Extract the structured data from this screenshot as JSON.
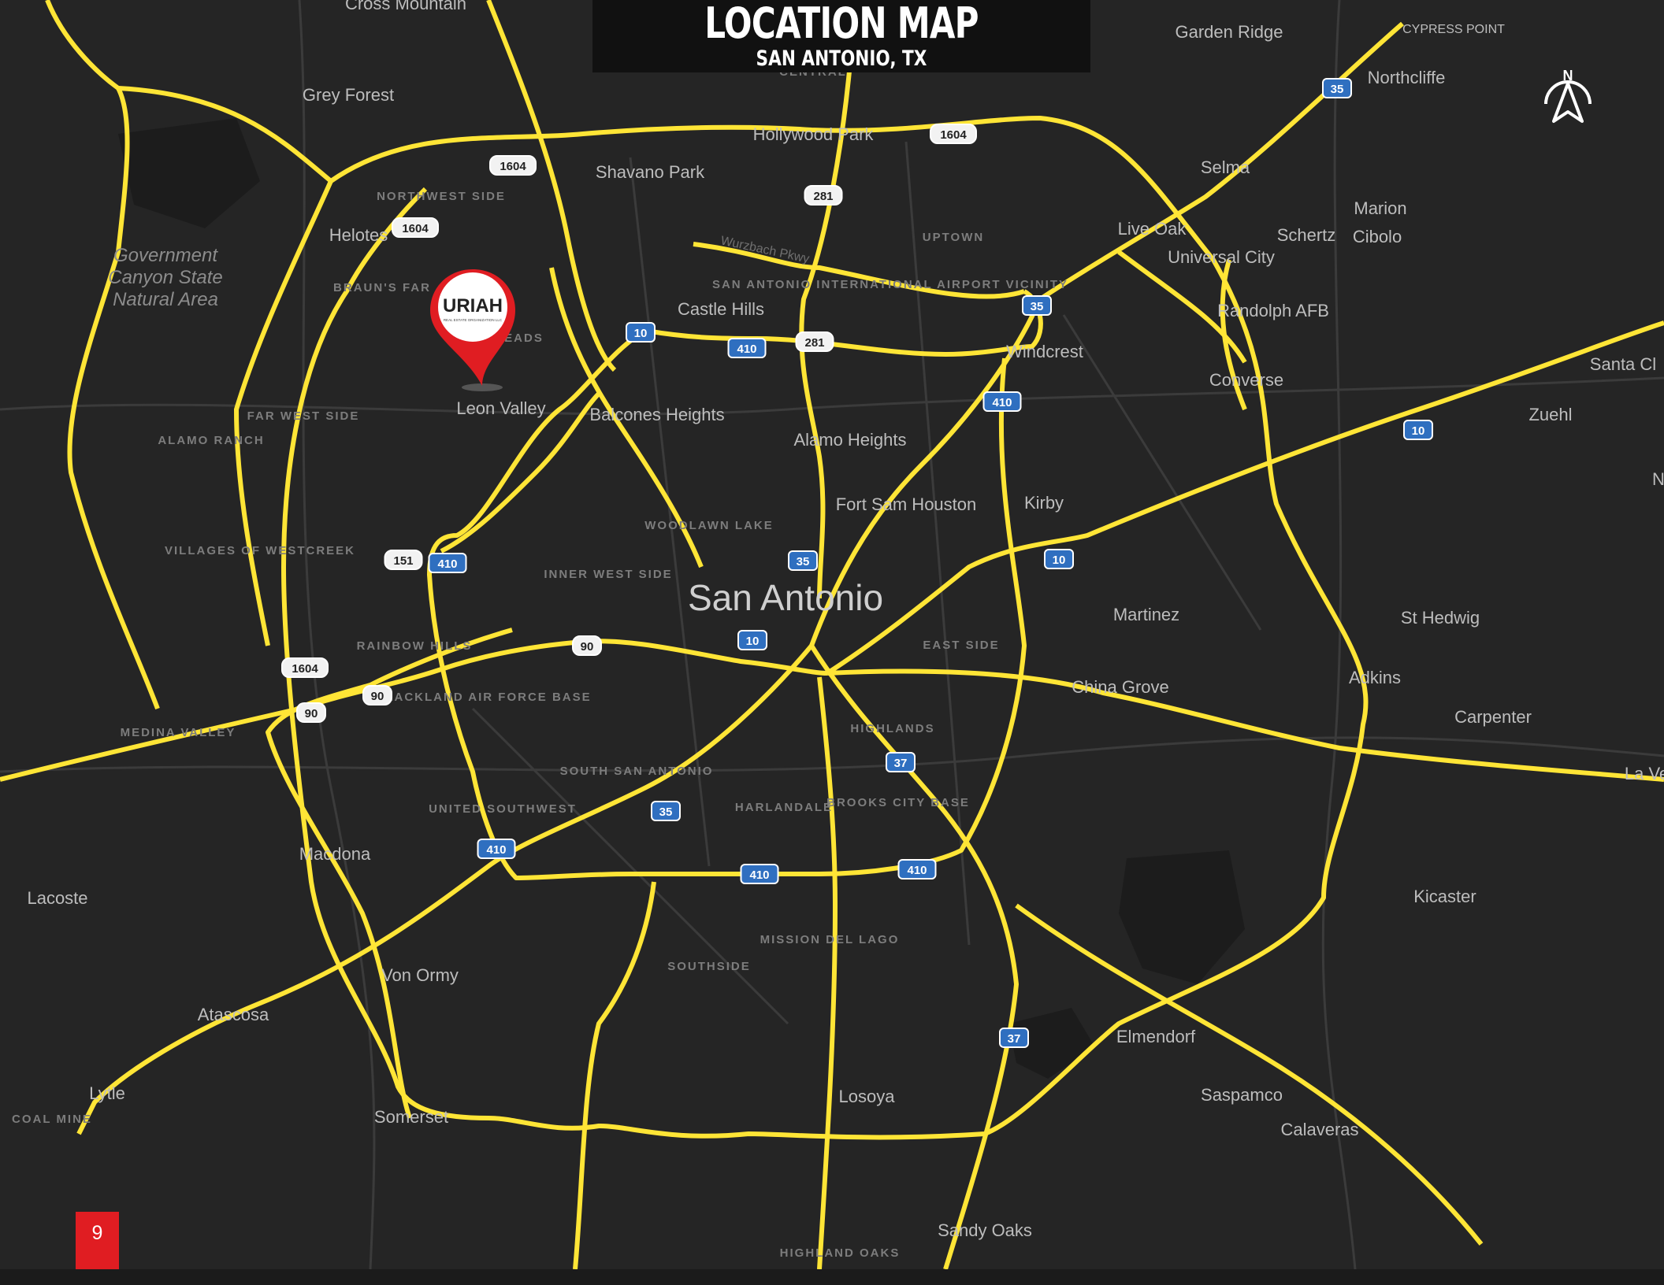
{
  "header": {
    "title": "LOCATION MAP",
    "subtitle": "SAN ANTONIO, TX"
  },
  "page_number": "9",
  "compass": {
    "label": "N"
  },
  "pin": {
    "brand": "URIAH",
    "tagline": "REAL ESTATE ORGANIZATION LLC"
  },
  "colors": {
    "background": "#252525",
    "highway": "#ffe536",
    "pin": "#e01d22",
    "label": "#bdbdbd",
    "district": "#7d7d7d"
  },
  "map_labels": {
    "city_main": "San Antonio",
    "places": [
      "Cross Mountain",
      "Garden Ridge",
      "Northcliffe",
      "CYPRESS POINT",
      "Grey Forest",
      "Hollywood Park",
      "Shavano Park",
      "Selma",
      "Marion",
      "Helotes",
      "Live Oak",
      "Schertz",
      "Cibolo",
      "Universal City",
      "Castle Hills",
      "Randolph AFB",
      "Windcrest",
      "Converse",
      "Santa Cl",
      "Leon Valley",
      "Balcones Heights",
      "Alamo Heights",
      "Zuehl",
      "Fort Sam Houston",
      "Kirby",
      "Martinez",
      "St Hedwig",
      "China Grove",
      "Adkins",
      "Carpenter",
      "La Ve",
      "Macdona",
      "Lacoste",
      "Kicaster",
      "Von Ormy",
      "Atascosa",
      "Elmendorf",
      "Lytle",
      "Somerset",
      "Losoya",
      "Saspamco",
      "Calaveras",
      "Sandy Oaks",
      "N"
    ],
    "districts": [
      "CENTRAL",
      "NORTHWEST SIDE",
      "BRAUN'S FAR",
      "EADS",
      "UPTOWN",
      "SAN ANTONIO INTERNATIONAL AIRPORT VICINITY",
      "FAR WEST SIDE",
      "ALAMO RANCH",
      "VILLAGES OF WESTCREEK",
      "WOODLAWN LAKE",
      "INNER WEST SIDE",
      "RAINBOW HILLS",
      "EAST SIDE",
      "LACKLAND AIR FORCE BASE",
      "HIGHLANDS",
      "MEDINA VALLEY",
      "SOUTH SAN ANTONIO",
      "UNITED SOUTHWEST",
      "HARLANDALE",
      "BROOKS CITY BASE",
      "MISSION DEL LAGO",
      "SOUTHSIDE",
      "COAL MINE",
      "HIGHLAND OAKS"
    ],
    "park": "Government Canyon State Natural Area",
    "road": "Wurzbach Pkwy"
  },
  "shields": [
    "1604",
    "1604",
    "1604",
    "1604",
    "281",
    "281",
    "35",
    "35",
    "35",
    "10",
    "10",
    "10",
    "10",
    "410",
    "410",
    "410",
    "410",
    "410",
    "410",
    "151",
    "90",
    "90",
    "90",
    "37",
    "37",
    "35"
  ]
}
